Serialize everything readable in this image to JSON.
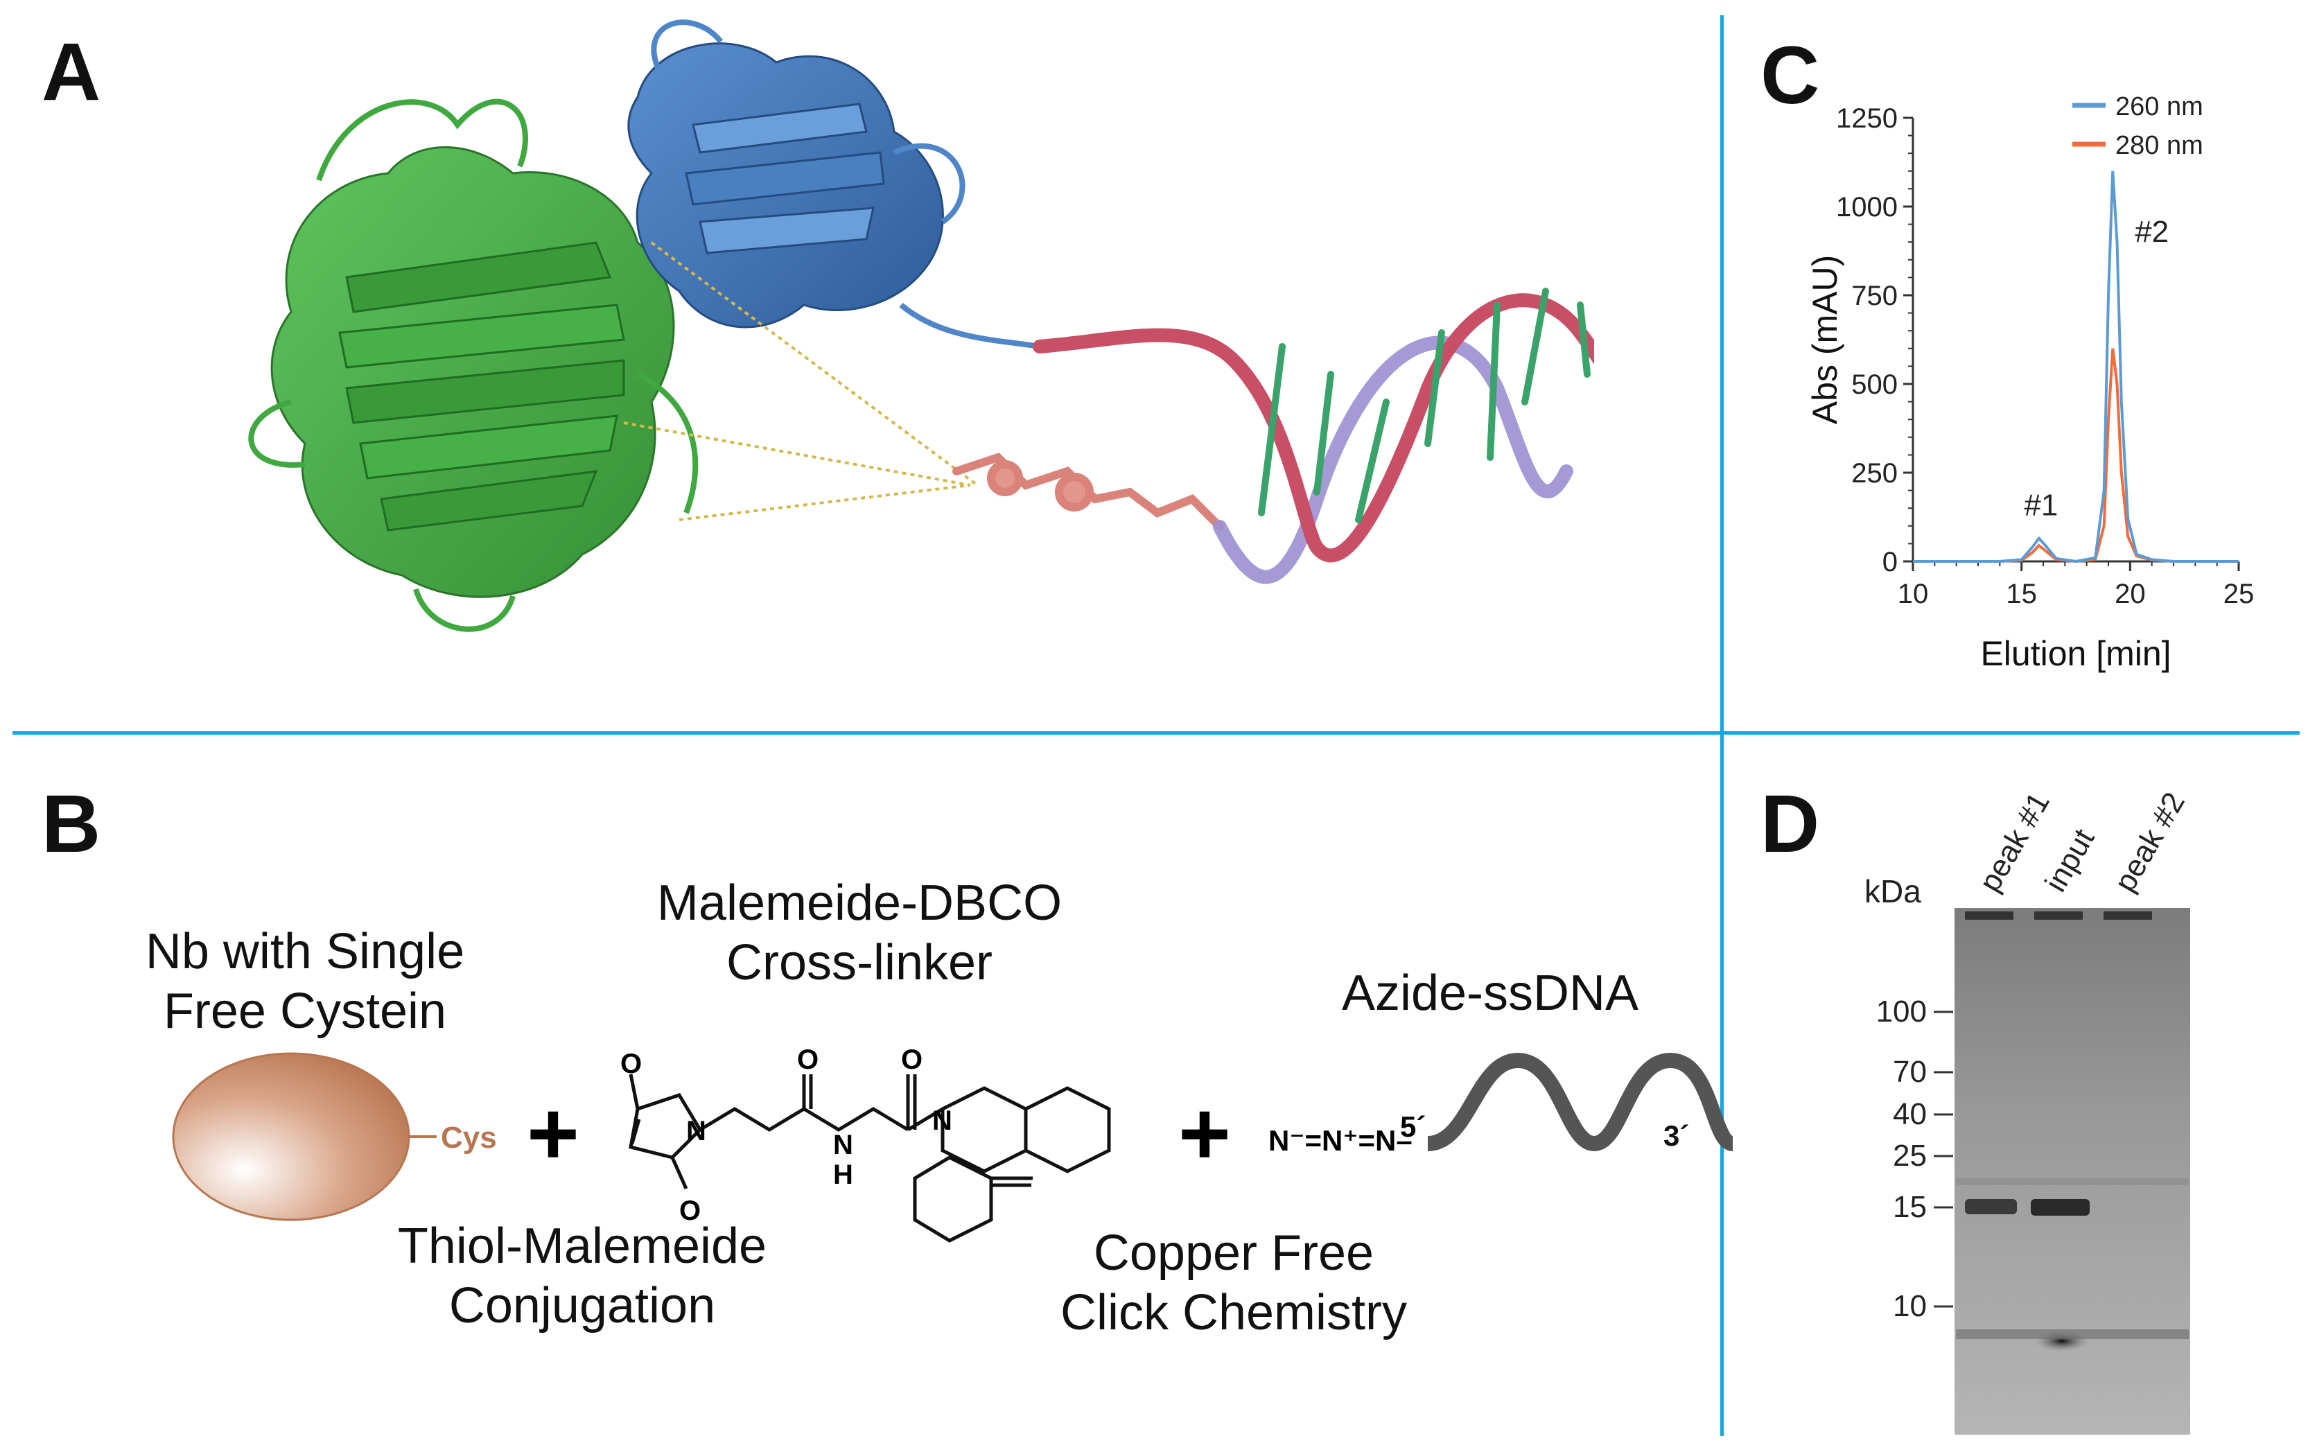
{
  "panels": {
    "a": "A",
    "b": "B",
    "c": "C",
    "d": "D"
  },
  "panel_b": {
    "nb_label_line1": "Nb with Single",
    "nb_label_line2": "Free Cystein",
    "cys_label": "Cys",
    "crosslinker_line1": "Malemeide-DBCO",
    "crosslinker_line2": "Cross-linker",
    "dna_label": "Azide-ssDNA",
    "thiol_line1": "Thiol-Malemeide",
    "thiol_line2": "Conjugation",
    "click_line1": "Copper Free",
    "click_line2": "Click Chemistry",
    "plus": "+",
    "dna_5": "5´",
    "dna_3": "3´",
    "azide": "N⁻=N⁺=N–",
    "atom_O": "O",
    "atom_N": "N",
    "atom_H": "H"
  },
  "chart_data": {
    "type": "line",
    "xlabel": "Elution [min]",
    "ylabel": "Abs (mAU)",
    "xlim": [
      10,
      25
    ],
    "ylim": [
      0,
      1250
    ],
    "xticks": [
      "10",
      "15",
      "20",
      "25"
    ],
    "yticks": [
      "0",
      "250",
      "500",
      "750",
      "1000",
      "1250"
    ],
    "legend_position": "top-right",
    "series": [
      {
        "name": "260 nm",
        "color": "#5b9bd5",
        "x": [
          10,
          14,
          15,
          15.5,
          15.8,
          16.1,
          16.6,
          17.5,
          18.4,
          18.8,
          19.0,
          19.2,
          19.4,
          19.6,
          19.9,
          20.3,
          21,
          22,
          25
        ],
        "y": [
          0,
          0,
          5,
          40,
          65,
          45,
          8,
          0,
          10,
          200,
          750,
          1100,
          900,
          450,
          120,
          20,
          5,
          0,
          0
        ]
      },
      {
        "name": "280 nm",
        "color": "#f26b3a",
        "x": [
          10,
          14,
          15,
          15.5,
          15.8,
          16.1,
          16.6,
          17.5,
          18.4,
          18.8,
          19.0,
          19.2,
          19.4,
          19.6,
          19.9,
          20.3,
          21,
          22,
          25
        ],
        "y": [
          0,
          0,
          3,
          25,
          45,
          30,
          5,
          0,
          5,
          100,
          400,
          600,
          500,
          250,
          70,
          15,
          4,
          0,
          0
        ]
      }
    ],
    "annotations": [
      {
        "text": "#1",
        "x": 15.9,
        "y": 130
      },
      {
        "text": "#2",
        "x": 21.0,
        "y": 900
      }
    ]
  },
  "gel": {
    "unit_label": "kDa",
    "lanes": [
      "peak #1",
      "input",
      "peak #2"
    ],
    "markers": [
      "100",
      "70",
      "40",
      "25",
      "15",
      "10"
    ]
  }
}
